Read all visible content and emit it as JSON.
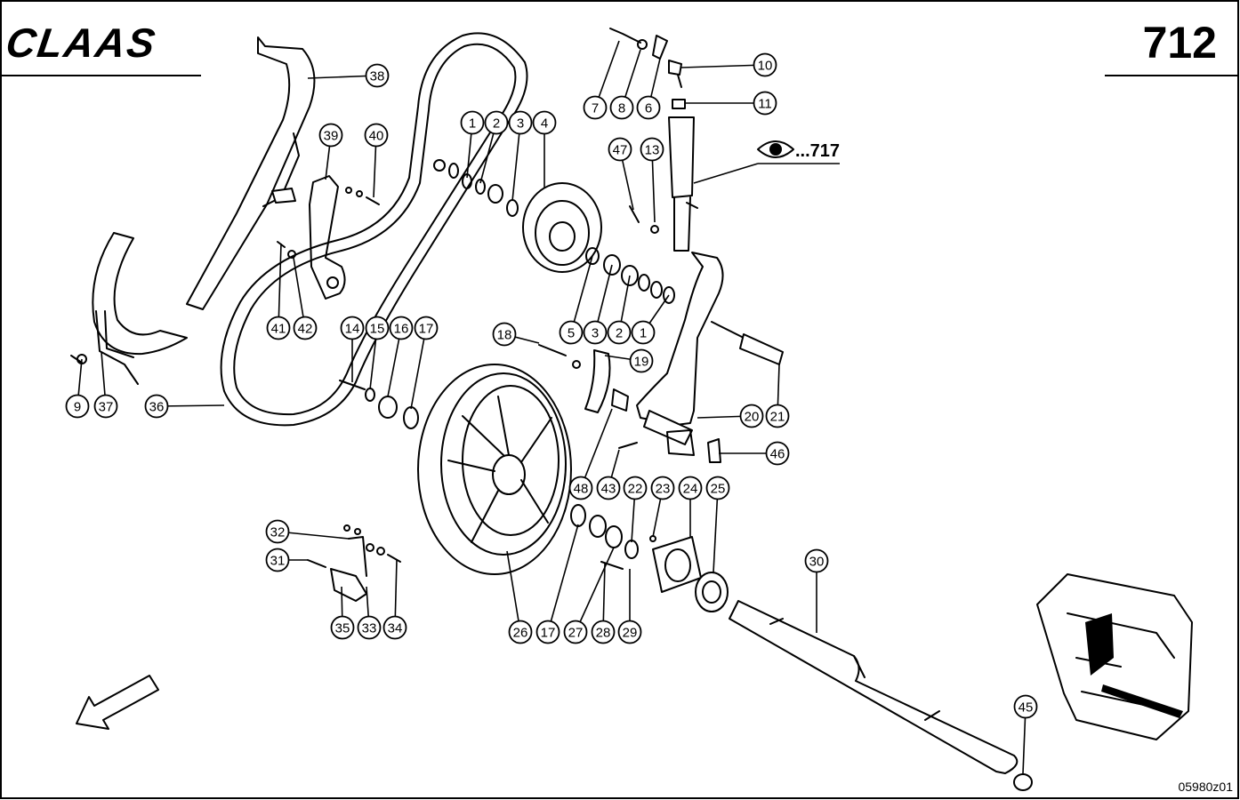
{
  "header": {
    "brand": "CLAAS",
    "page_number": "712"
  },
  "reference": {
    "label": "...717",
    "icon": "eye-icon"
  },
  "footer": {
    "drawing_number": "05980z01"
  },
  "callouts": [
    {
      "id": "1a",
      "label": "1"
    },
    {
      "id": "2a",
      "label": "2"
    },
    {
      "id": "3a",
      "label": "3"
    },
    {
      "id": "4",
      "label": "4"
    },
    {
      "id": "5",
      "label": "5"
    },
    {
      "id": "3b",
      "label": "3"
    },
    {
      "id": "2b",
      "label": "2"
    },
    {
      "id": "1b",
      "label": "1"
    },
    {
      "id": "6",
      "label": "6"
    },
    {
      "id": "7",
      "label": "7"
    },
    {
      "id": "8",
      "label": "8"
    },
    {
      "id": "9",
      "label": "9"
    },
    {
      "id": "10",
      "label": "10"
    },
    {
      "id": "11",
      "label": "11"
    },
    {
      "id": "13",
      "label": "13"
    },
    {
      "id": "14",
      "label": "14"
    },
    {
      "id": "15",
      "label": "15"
    },
    {
      "id": "16",
      "label": "16"
    },
    {
      "id": "17a",
      "label": "17"
    },
    {
      "id": "18",
      "label": "18"
    },
    {
      "id": "19",
      "label": "19"
    },
    {
      "id": "20",
      "label": "20"
    },
    {
      "id": "21",
      "label": "21"
    },
    {
      "id": "22",
      "label": "22"
    },
    {
      "id": "23",
      "label": "23"
    },
    {
      "id": "24",
      "label": "24"
    },
    {
      "id": "25",
      "label": "25"
    },
    {
      "id": "26",
      "label": "26"
    },
    {
      "id": "17b",
      "label": "17"
    },
    {
      "id": "27",
      "label": "27"
    },
    {
      "id": "28",
      "label": "28"
    },
    {
      "id": "29",
      "label": "29"
    },
    {
      "id": "30",
      "label": "30"
    },
    {
      "id": "31",
      "label": "31"
    },
    {
      "id": "32",
      "label": "32"
    },
    {
      "id": "33",
      "label": "33"
    },
    {
      "id": "34",
      "label": "34"
    },
    {
      "id": "35",
      "label": "35"
    },
    {
      "id": "36",
      "label": "36"
    },
    {
      "id": "37",
      "label": "37"
    },
    {
      "id": "38",
      "label": "38"
    },
    {
      "id": "39",
      "label": "39"
    },
    {
      "id": "40",
      "label": "40"
    },
    {
      "id": "41",
      "label": "41"
    },
    {
      "id": "42",
      "label": "42"
    },
    {
      "id": "43",
      "label": "43"
    },
    {
      "id": "45",
      "label": "45"
    },
    {
      "id": "46",
      "label": "46"
    },
    {
      "id": "47",
      "label": "47"
    },
    {
      "id": "48",
      "label": "48"
    }
  ]
}
